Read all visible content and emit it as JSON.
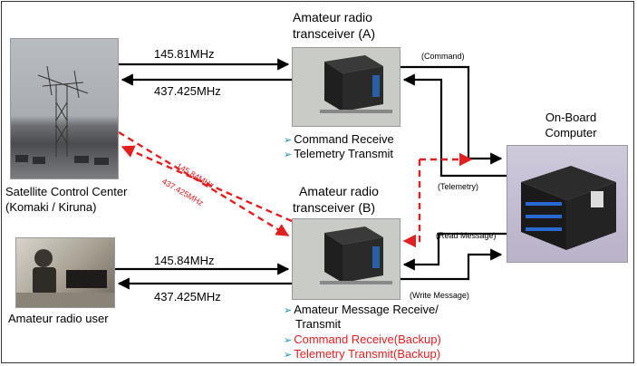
{
  "ground": {
    "control_center_label": "Satellite Control Center",
    "control_center_sublabel": "(Komaki / Kiruna)",
    "user_label": "Amateur radio user"
  },
  "transceiver_a": {
    "title_line1": "Amateur radio",
    "title_line2": "transceiver (A)",
    "functions": [
      "Command Receive",
      "Telemetry Transmit"
    ]
  },
  "transceiver_b": {
    "title_line1": "Amateur radio",
    "title_line2": "transceiver (B)",
    "functions": [
      "Amateur Message Receive/",
      "Transmit"
    ],
    "backup_functions": [
      "Command Receive(Backup)",
      "Telemetry Transmit(Backup)"
    ]
  },
  "obc": {
    "title_line1": "On-Board",
    "title_line2": "Computer"
  },
  "links": {
    "a_uplink": "145.81MHz",
    "a_downlink": "437.425MHz",
    "b_uplink": "145.84MHz",
    "b_downlink": "437.425MHz",
    "cross_uplink": "145.84MHz",
    "cross_downlink": "437.425MHz"
  },
  "signals": {
    "command": "(Command)",
    "telemetry": "(Telemetry)",
    "read_message": "(Read Message)",
    "write_message": "(Write Message)"
  },
  "colors": {
    "backup_red": "#e02020",
    "bullet_teal": "#1a8fa8"
  }
}
